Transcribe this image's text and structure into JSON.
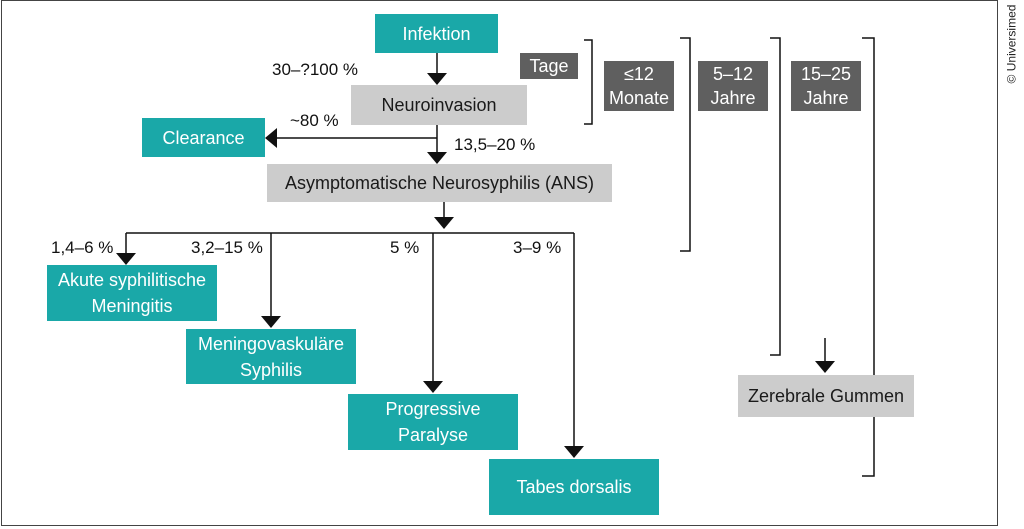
{
  "nodes": {
    "infektion": "Infektion",
    "neuroinvasion": "Neuroinvasion",
    "clearance": "Clearance",
    "ans": "Asymptomatische Neurosyphilis (ANS)",
    "meningitis": "Akute syphilitische\nMeningitis",
    "meningovaskulaer": "Meningovaskuläre\nSyphilis",
    "paralyse": "Progressive\nParalyse",
    "tabes": "Tabes dorsalis",
    "gummen": "Zerebrale Gummen"
  },
  "percentages": {
    "infektion_to_neuroinvasion": "30–?100 %",
    "neuroinvasion_to_clearance": "~80 %",
    "neuroinvasion_to_ans": "13,5–20 %",
    "ans_to_meningitis": "1,4–6 %",
    "ans_to_meningovaskulaer": "3,2–15 %",
    "ans_to_paralyse": "5 %",
    "ans_to_tabes": "3–9 %"
  },
  "timescale": {
    "tage": "Tage",
    "monate": "≤12\nMonate",
    "jahre_5_12": "5–12\nJahre",
    "jahre_15_25": "15–25\nJahre"
  },
  "copyright": "© Universimed",
  "colors": {
    "teal": "#1aa8a8",
    "grey_box": "#cccccc",
    "time_label": "#5f5f5f",
    "line": "#111111"
  }
}
